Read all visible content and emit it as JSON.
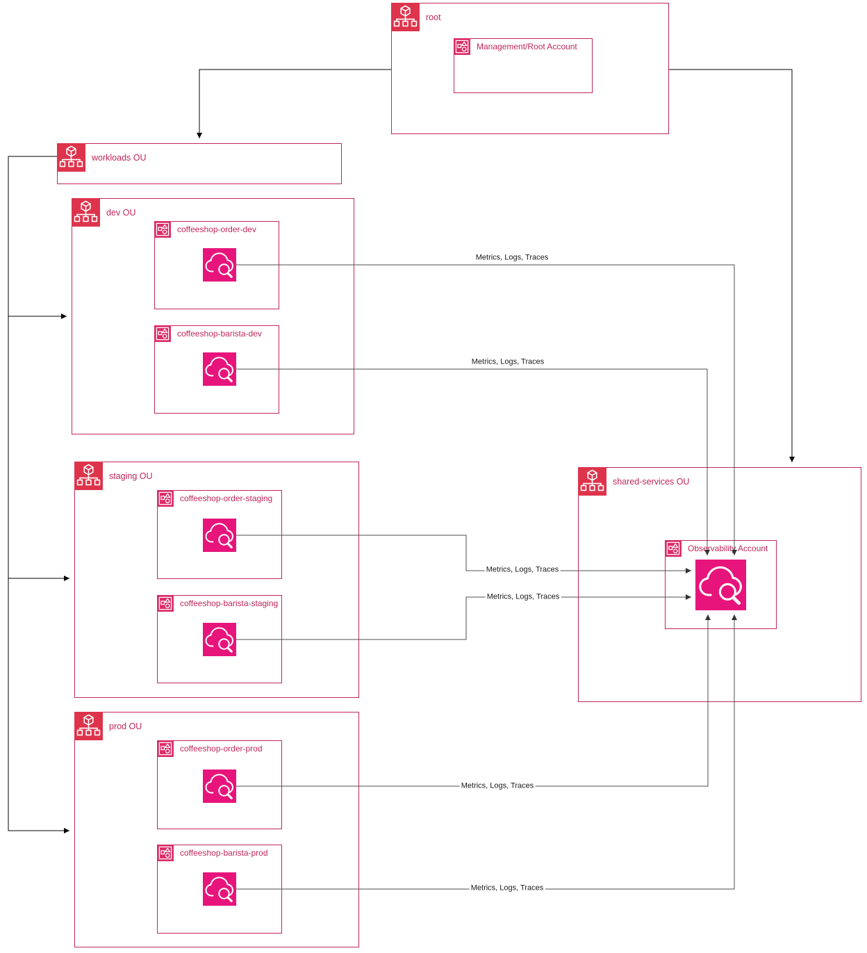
{
  "ous": {
    "root": {
      "label": "root"
    },
    "workloads": {
      "label": "workloads OU"
    },
    "dev": {
      "label": "dev OU"
    },
    "staging": {
      "label": "staging OU"
    },
    "prod": {
      "label": "prod OU"
    },
    "shared_services": {
      "label": "shared-services OU"
    }
  },
  "accounts": {
    "management": {
      "label": "Management/Root Account"
    },
    "order_dev": {
      "label": "coffeeshop-order-dev"
    },
    "barista_dev": {
      "label": "coffeeshop-barista-dev"
    },
    "order_staging": {
      "label": "coffeeshop-order-staging"
    },
    "barista_staging": {
      "label": "coffeeshop-barista-staging"
    },
    "order_prod": {
      "label": "coffeeshop-order-prod"
    },
    "barista_prod": {
      "label": "coffeeshop-barista-prod"
    },
    "observability": {
      "label": "Observability Account"
    }
  },
  "edges": [
    {
      "from": "coffeeshop-order-dev",
      "to": "Observability Account",
      "label": "Metrics, Logs, Traces"
    },
    {
      "from": "coffeeshop-barista-dev",
      "to": "Observability Account",
      "label": "Metrics, Logs, Traces"
    },
    {
      "from": "coffeeshop-order-staging",
      "to": "Observability Account",
      "label": "Metrics, Logs, Traces"
    },
    {
      "from": "coffeeshop-barista-staging",
      "to": "Observability Account",
      "label": "Metrics, Logs, Traces"
    },
    {
      "from": "coffeeshop-order-prod",
      "to": "Observability Account",
      "label": "Metrics, Logs, Traces"
    },
    {
      "from": "coffeeshop-barista-prod",
      "to": "Observability Account",
      "label": "Metrics, Logs, Traces"
    }
  ],
  "hierarchy_edges": [
    {
      "from": "root",
      "to": "workloads OU"
    },
    {
      "from": "root",
      "to": "shared-services OU"
    },
    {
      "from": "workloads OU",
      "to": "dev OU"
    },
    {
      "from": "workloads OU",
      "to": "staging OU"
    },
    {
      "from": "workloads OU",
      "to": "prod OU"
    }
  ],
  "icons": {
    "ou": "organizational-unit-icon",
    "account": "aws-account-icon",
    "cloudwatch": "cloudwatch-icon"
  },
  "colors": {
    "ou_icon": "#DD344C",
    "account_icon": "#DB2D67",
    "cloudwatch_icon": "#E7157B",
    "box_border": "#C2255C",
    "label_text": "#C2255C",
    "metrics_connector": "#4D4D4D",
    "hierarchy_connector": "#000000",
    "edge_label_text": "#1A1A1A"
  }
}
